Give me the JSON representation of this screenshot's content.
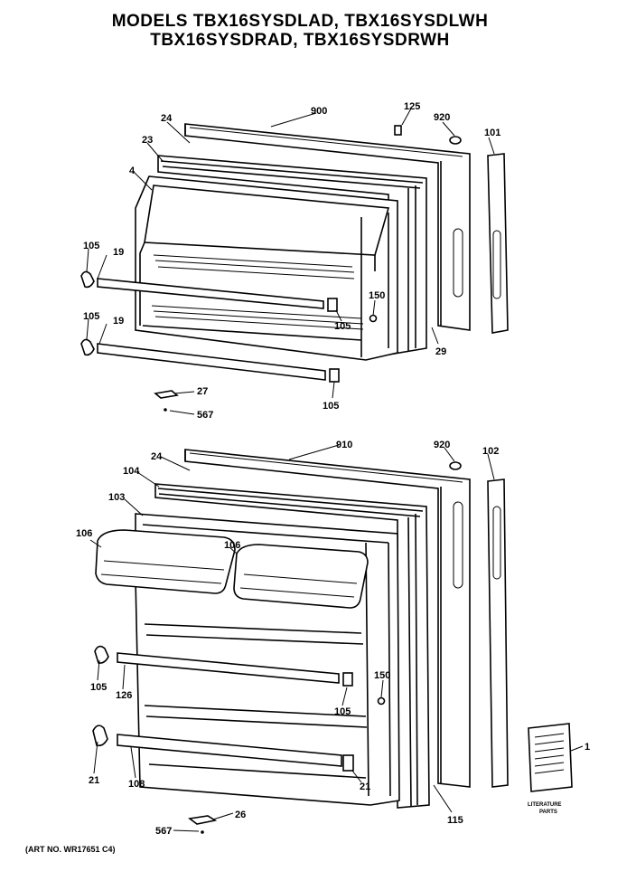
{
  "title_line1": "MODELS TBX16SYSDLAD, TBX16SYSDLWH",
  "title_line2": "TBX16SYSDRAD, TBX16SYSDRWH",
  "art_no": "(ART NO. WR17651 C4)",
  "literature_label_1": "LITERATURE",
  "literature_label_2": "PARTS",
  "upper_labels": {
    "l900": "900",
    "l125": "125",
    "l920": "920",
    "l101": "101",
    "l24": "24",
    "l23": "23",
    "l4": "4",
    "l105a": "105",
    "l19a": "19",
    "l105b": "105",
    "l19b": "19",
    "l150": "150",
    "l105c": "105",
    "l29": "29",
    "l27": "27",
    "l567": "567",
    "l105d": "105"
  },
  "lower_labels": {
    "l910": "910",
    "l920": "920",
    "l102": "102",
    "l24": "24",
    "l104": "104",
    "l103": "103",
    "l106a": "106",
    "l106b": "106",
    "l105a": "105",
    "l126": "126",
    "l150": "150",
    "l105b": "105",
    "l21a": "21",
    "l108": "108",
    "l21b": "21",
    "l26": "26",
    "l567": "567",
    "l115": "115",
    "l1": "1"
  }
}
